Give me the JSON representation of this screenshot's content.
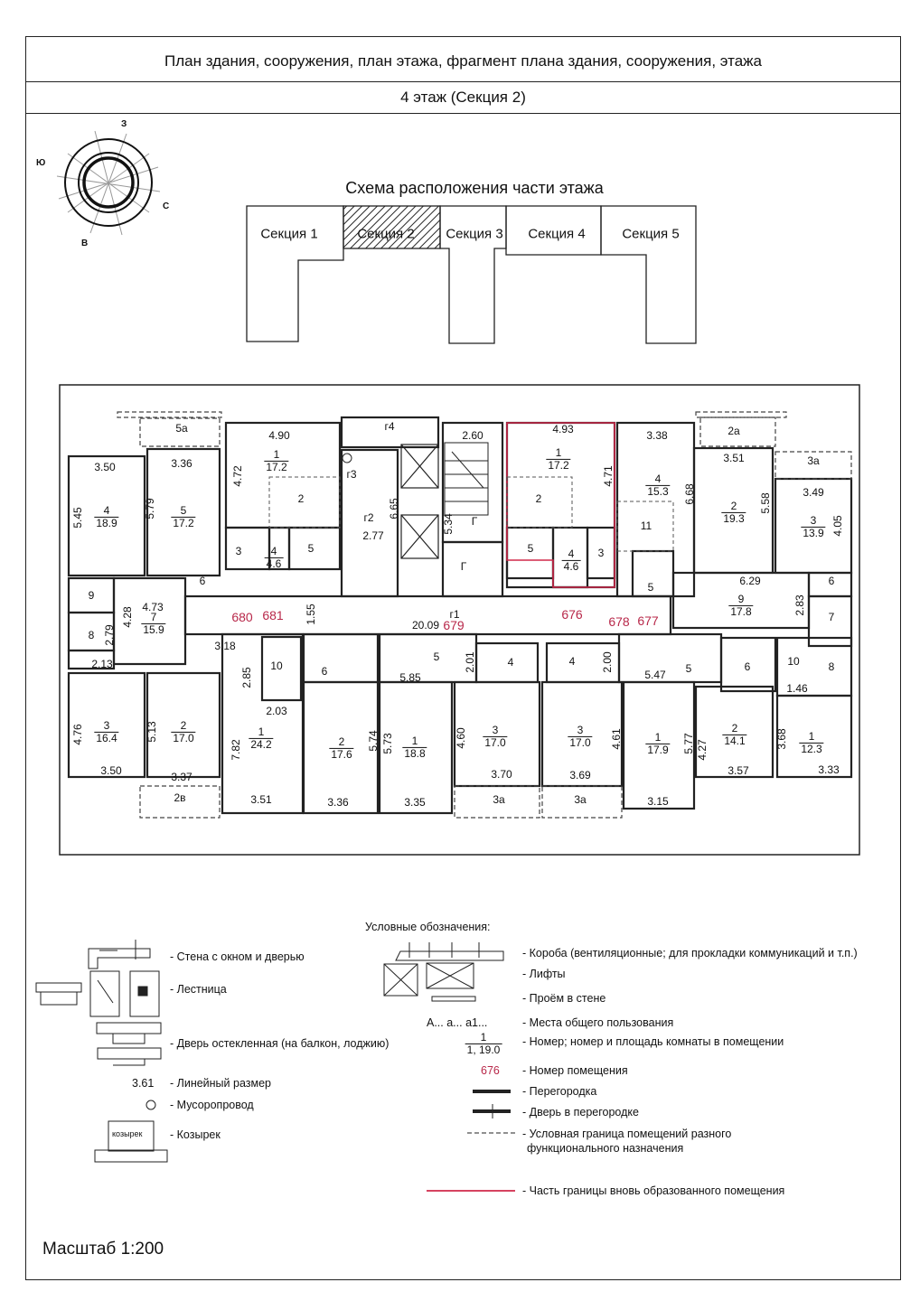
{
  "header": {
    "title": "План здания, сооружения, план этажа, фрагмент плана здания, сооружения, этажа",
    "subtitle": "4 этаж (Секция 2)"
  },
  "compass": {
    "north": "С",
    "south": "Ю",
    "east": "В",
    "west": "З"
  },
  "scheme": {
    "title": "Схема расположения части этажа",
    "sections": [
      "Секция 1",
      "Секция 2",
      "Секция 3",
      "Секция 4",
      "Секция 5"
    ],
    "highlighted_section": "Секция 2"
  },
  "plan": {
    "rooms": [
      {
        "num": "1",
        "area": "17.2"
      },
      {
        "num": "4",
        "area": "18.9"
      },
      {
        "num": "5",
        "area": "17.2"
      },
      {
        "num": "4",
        "area": "4.6"
      },
      {
        "num": "7",
        "area": "15.9"
      },
      {
        "num": "1",
        "area": "17.2"
      },
      {
        "num": "4",
        "area": "15.3"
      },
      {
        "num": "2",
        "area": "19.3"
      },
      {
        "num": "3",
        "area": "13.9"
      },
      {
        "num": "4",
        "area": "4.6"
      },
      {
        "num": "9",
        "area": "17.8"
      },
      {
        "num": "3",
        "area": "16.4"
      },
      {
        "num": "2",
        "area": "17.0"
      },
      {
        "num": "1",
        "area": "24.2"
      },
      {
        "num": "2",
        "area": "17.6"
      },
      {
        "num": "1",
        "area": "18.8"
      },
      {
        "num": "3",
        "area": "17.0"
      },
      {
        "num": "3",
        "area": "17.0"
      },
      {
        "num": "1",
        "area": "17.9"
      },
      {
        "num": "2",
        "area": "14.1"
      },
      {
        "num": "1",
        "area": "12.3"
      }
    ],
    "labels": [
      "5а",
      "3.50",
      "3.36",
      "4.90",
      "г4",
      "4.72",
      "2",
      "г3",
      "г2",
      "2.77",
      "6.65",
      "5.34",
      "5.45",
      "5.79",
      "3",
      "5",
      "6",
      "9",
      "4.73",
      "4.28",
      "1.55",
      "20.09",
      "2.60",
      "4.93",
      "4.71",
      "2",
      "3.38",
      "6.68",
      "2а",
      "3.51",
      "5.58",
      "3а",
      "3.49",
      "4.05",
      "Г",
      "Г",
      "11",
      "5",
      "3",
      "5",
      "6.29",
      "6",
      "7",
      "2.83",
      "г1",
      "8",
      "2.79",
      "2.13",
      "3.18",
      "10",
      "6",
      "5",
      "5.85",
      "2.85",
      "2.03",
      "4.76",
      "5.13",
      "7.82",
      "5.74",
      "5.73",
      "3.50",
      "3.37",
      "2в",
      "3.51",
      "3.36",
      "3.35",
      "2.01",
      "4",
      "4",
      "2.00",
      "5.47",
      "5",
      "6",
      "10",
      "8",
      "1.46",
      "4.60",
      "4.61",
      "5.77",
      "4.27",
      "3.68",
      "3.70",
      "3.69",
      "3а",
      "3а",
      "3.15",
      "3.57",
      "3.33"
    ],
    "premise_numbers": [
      "680",
      "681",
      "679",
      "676",
      "678",
      "677"
    ],
    "colors": {
      "premise_number": "#b8284a",
      "new_boundary": "#d0284a"
    }
  },
  "legend": {
    "title": "Условные обозначения:",
    "left": [
      "- Стена с окном и дверью",
      "- Лестница",
      "- Дверь остекленная (на балкон, лоджию)",
      "- Линейный размер",
      "- Мусоропровод",
      "- Козырек"
    ],
    "linear_sample": "3.61",
    "canopy_sample": "козырек",
    "right": [
      "- Короба  (вентиляционные; для прокладки коммуникаций и т.п.)",
      "- Лифты",
      "- Проём в стене",
      "- Места общего пользования",
      "- Номер; номер и площадь комнаты в помещении",
      "- Номер помещения",
      "- Перегородка",
      "- Дверь в перегородке",
      "- Условная граница помещений разного",
      "функционального назначения",
      "- Часть границы вновь образованного помещения"
    ],
    "common_sample": "А... а... а1...",
    "room_sample_num": "1",
    "room_sample_area": "1, 19.0",
    "premise_sample": "676"
  },
  "scale": "Масштаб 1:200"
}
